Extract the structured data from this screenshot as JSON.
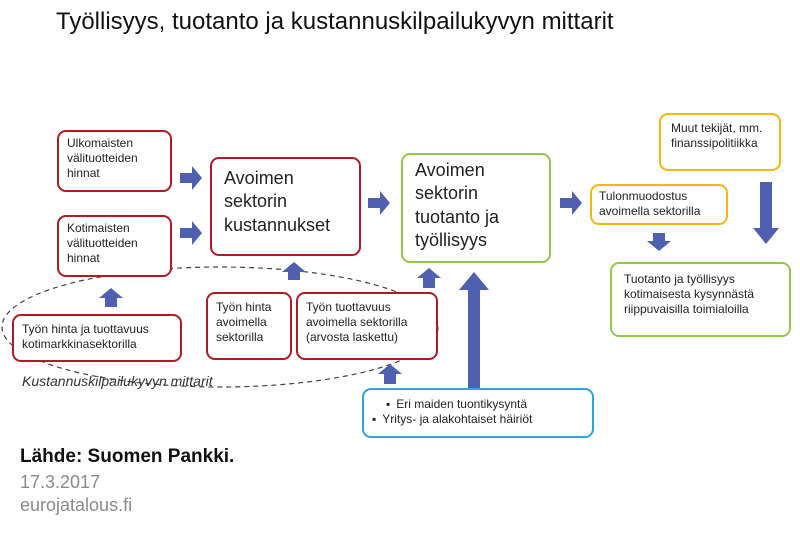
{
  "title": "Työllisyys,  tuotanto ja kustannuskilpailukyvyn  mittarit",
  "boxes": {
    "ulkomaiset": [
      "Ulkomaisten",
      "välituotteiden",
      "hinnat"
    ],
    "kotimaiset": [
      "Kotimaisten",
      "välituotteiden",
      "hinnat"
    ],
    "kustannukset": [
      "Avoimen",
      "sektorin",
      "kustannukset"
    ],
    "tuotanto": [
      "Avoimen",
      "sektorin",
      "tuotanto ja",
      "työllisyys"
    ],
    "tulonmuodostus": [
      "Tulonmuodostus",
      "avoimella sektorilla"
    ],
    "muut": [
      "Muut tekijät, mm.",
      "finanssipolitiikka"
    ],
    "kotimainen_kysynta": [
      "Tuotanto  ja työllisyys",
      "kotimaisesta kysynnästä",
      "riippuvaisilla toimialoilla"
    ],
    "tyon_hinta_koti": [
      "Työn hinta ja tuottavuus",
      "kotimarkkinasektorilla"
    ],
    "tyon_hinta_avoin": [
      "Työn hinta",
      "avoimella",
      "sektorilla"
    ],
    "tuottavuus": [
      "Työn tuottavuus",
      "avoimella sektorilla",
      "(arvosta laskettu)"
    ],
    "shocks": [
      "Eri maiden tuontikysyntä",
      "Yritys-  ja alakohtaiset häiriöt"
    ]
  },
  "caption": "Kustannuskilpailukyvyn mittarit",
  "source": "Lähde: Suomen Pankki.",
  "date": "17.3.2017",
  "site": "eurojatalous.fi",
  "colors": {
    "red": "#b01a24",
    "green": "#92c94b",
    "yellow": "#f2b711",
    "blue": "#2aa5dd",
    "arrow": "#5060b0"
  }
}
